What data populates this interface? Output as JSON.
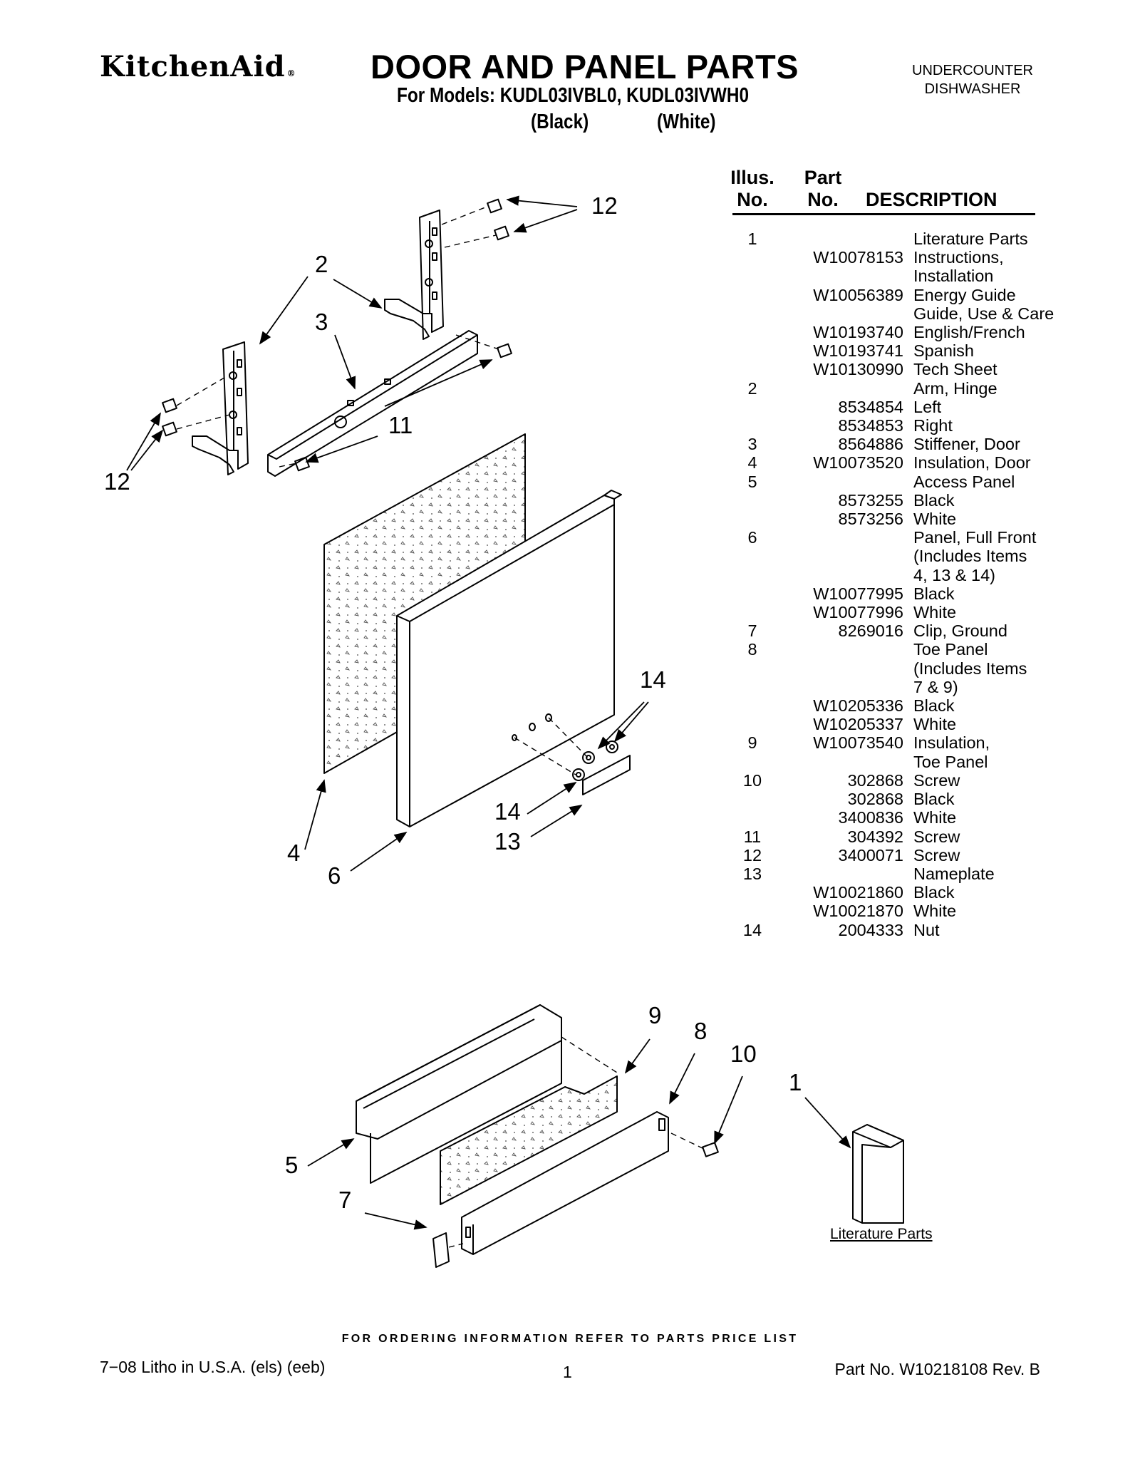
{
  "header": {
    "brand": "KitchenAid",
    "brand_mark": "®",
    "title": "DOOR AND PANEL PARTS",
    "models_line": "For Models: KUDL03IVBL0, KUDL03IVWH0",
    "color_black": "(Black)",
    "color_white": "(White)",
    "appliance_line1": "UNDERCOUNTER",
    "appliance_line2": "DISHWASHER"
  },
  "parts_table": {
    "col_illus_line1": "Illus.",
    "col_illus_line2": "No.",
    "col_part_line1": "Part",
    "col_part_line2": "No.",
    "col_description": "DESCRIPTION",
    "rows": [
      {
        "illus": "1",
        "part": "",
        "desc": "Literature Parts"
      },
      {
        "illus": "",
        "part": "W10078153",
        "desc": "Instructions,"
      },
      {
        "illus": "",
        "part": "",
        "desc": "Installation"
      },
      {
        "illus": "",
        "part": "W10056389",
        "desc": "Energy Guide"
      },
      {
        "illus": "",
        "part": "",
        "desc": "Guide, Use & Care"
      },
      {
        "illus": "",
        "part": "W10193740",
        "desc": "English/French"
      },
      {
        "illus": "",
        "part": "W10193741",
        "desc": "Spanish"
      },
      {
        "illus": "",
        "part": "W10130990",
        "desc": "Tech Sheet"
      },
      {
        "illus": "2",
        "part": "",
        "desc": "Arm, Hinge"
      },
      {
        "illus": "",
        "part": "8534854",
        "desc": "Left"
      },
      {
        "illus": "",
        "part": "8534853",
        "desc": "Right"
      },
      {
        "illus": "3",
        "part": "8564886",
        "desc": "Stiffener, Door"
      },
      {
        "illus": "4",
        "part": "W10073520",
        "desc": "Insulation, Door"
      },
      {
        "illus": "5",
        "part": "",
        "desc": "Access Panel"
      },
      {
        "illus": "",
        "part": "8573255",
        "desc": "Black"
      },
      {
        "illus": "",
        "part": "8573256",
        "desc": "White"
      },
      {
        "illus": "6",
        "part": "",
        "desc": "Panel, Full Front"
      },
      {
        "illus": "",
        "part": "",
        "desc": "(Includes Items"
      },
      {
        "illus": "",
        "part": "",
        "desc": "4, 13 & 14)"
      },
      {
        "illus": "",
        "part": "W10077995",
        "desc": "Black"
      },
      {
        "illus": "",
        "part": "W10077996",
        "desc": "White"
      },
      {
        "illus": "7",
        "part": "8269016",
        "desc": "Clip, Ground"
      },
      {
        "illus": "8",
        "part": "",
        "desc": "Toe Panel"
      },
      {
        "illus": "",
        "part": "",
        "desc": "(Includes Items"
      },
      {
        "illus": "",
        "part": "",
        "desc": "7 & 9)"
      },
      {
        "illus": "",
        "part": "W10205336",
        "desc": "Black"
      },
      {
        "illus": "",
        "part": "W10205337",
        "desc": "White"
      },
      {
        "illus": "9",
        "part": "W10073540",
        "desc": "Insulation,"
      },
      {
        "illus": "",
        "part": "",
        "desc": "Toe Panel"
      },
      {
        "illus": "10",
        "part": "302868",
        "desc": "Screw"
      },
      {
        "illus": "",
        "part": "302868",
        "desc": "Black"
      },
      {
        "illus": "",
        "part": "3400836",
        "desc": "White"
      },
      {
        "illus": "11",
        "part": "304392",
        "desc": "Screw"
      },
      {
        "illus": "12",
        "part": "3400071",
        "desc": "Screw"
      },
      {
        "illus": "13",
        "part": "",
        "desc": "Nameplate"
      },
      {
        "illus": "",
        "part": "W10021860",
        "desc": "Black"
      },
      {
        "illus": "",
        "part": "W10021870",
        "desc": "White"
      },
      {
        "illus": "14",
        "part": "2004333",
        "desc": "Nut"
      }
    ]
  },
  "callouts": {
    "c1": "1",
    "c2": "2",
    "c3": "3",
    "c4": "4",
    "c5": "5",
    "c6": "6",
    "c7": "7",
    "c8": "8",
    "c9": "9",
    "c10": "10",
    "c11": "11",
    "c12_top": "12",
    "c12_left": "12",
    "c13": "13",
    "c14_top": "14",
    "c14_bottom": "14"
  },
  "literature_label": "Literature Parts",
  "footer": {
    "ordering_note": "FOR ORDERING INFORMATION REFER TO PARTS PRICE LIST",
    "litho": "7−08 Litho in U.S.A. (els) (eeb)",
    "page_number": "1",
    "part_number": "Part No. W10218108 Rev. B"
  }
}
